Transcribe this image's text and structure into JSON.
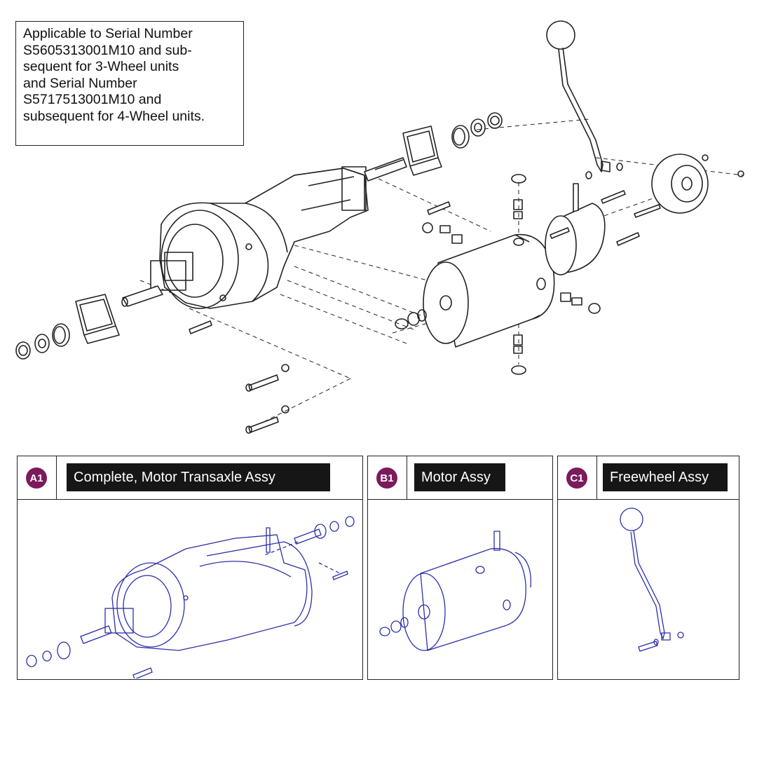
{
  "note": {
    "lines": [
      "Applicable to Serial Number",
      "S5605313001M10 and sub-",
      "sequent for 3-Wheel units",
      "and Serial Number",
      "S5717513001M10 and",
      "subsequent for 4-Wheel units."
    ]
  },
  "panels": [
    {
      "code": "A1",
      "title": "Complete, Motor Transaxle Assy"
    },
    {
      "code": "B1",
      "title": "Motor Assy"
    },
    {
      "code": "C1",
      "title": "Freewheel Assy"
    }
  ],
  "colors": {
    "badge": "#7b1a5c",
    "label_bg": "#161616",
    "linework": "#222222",
    "thumbnail_linework": "#2b2fa8"
  }
}
